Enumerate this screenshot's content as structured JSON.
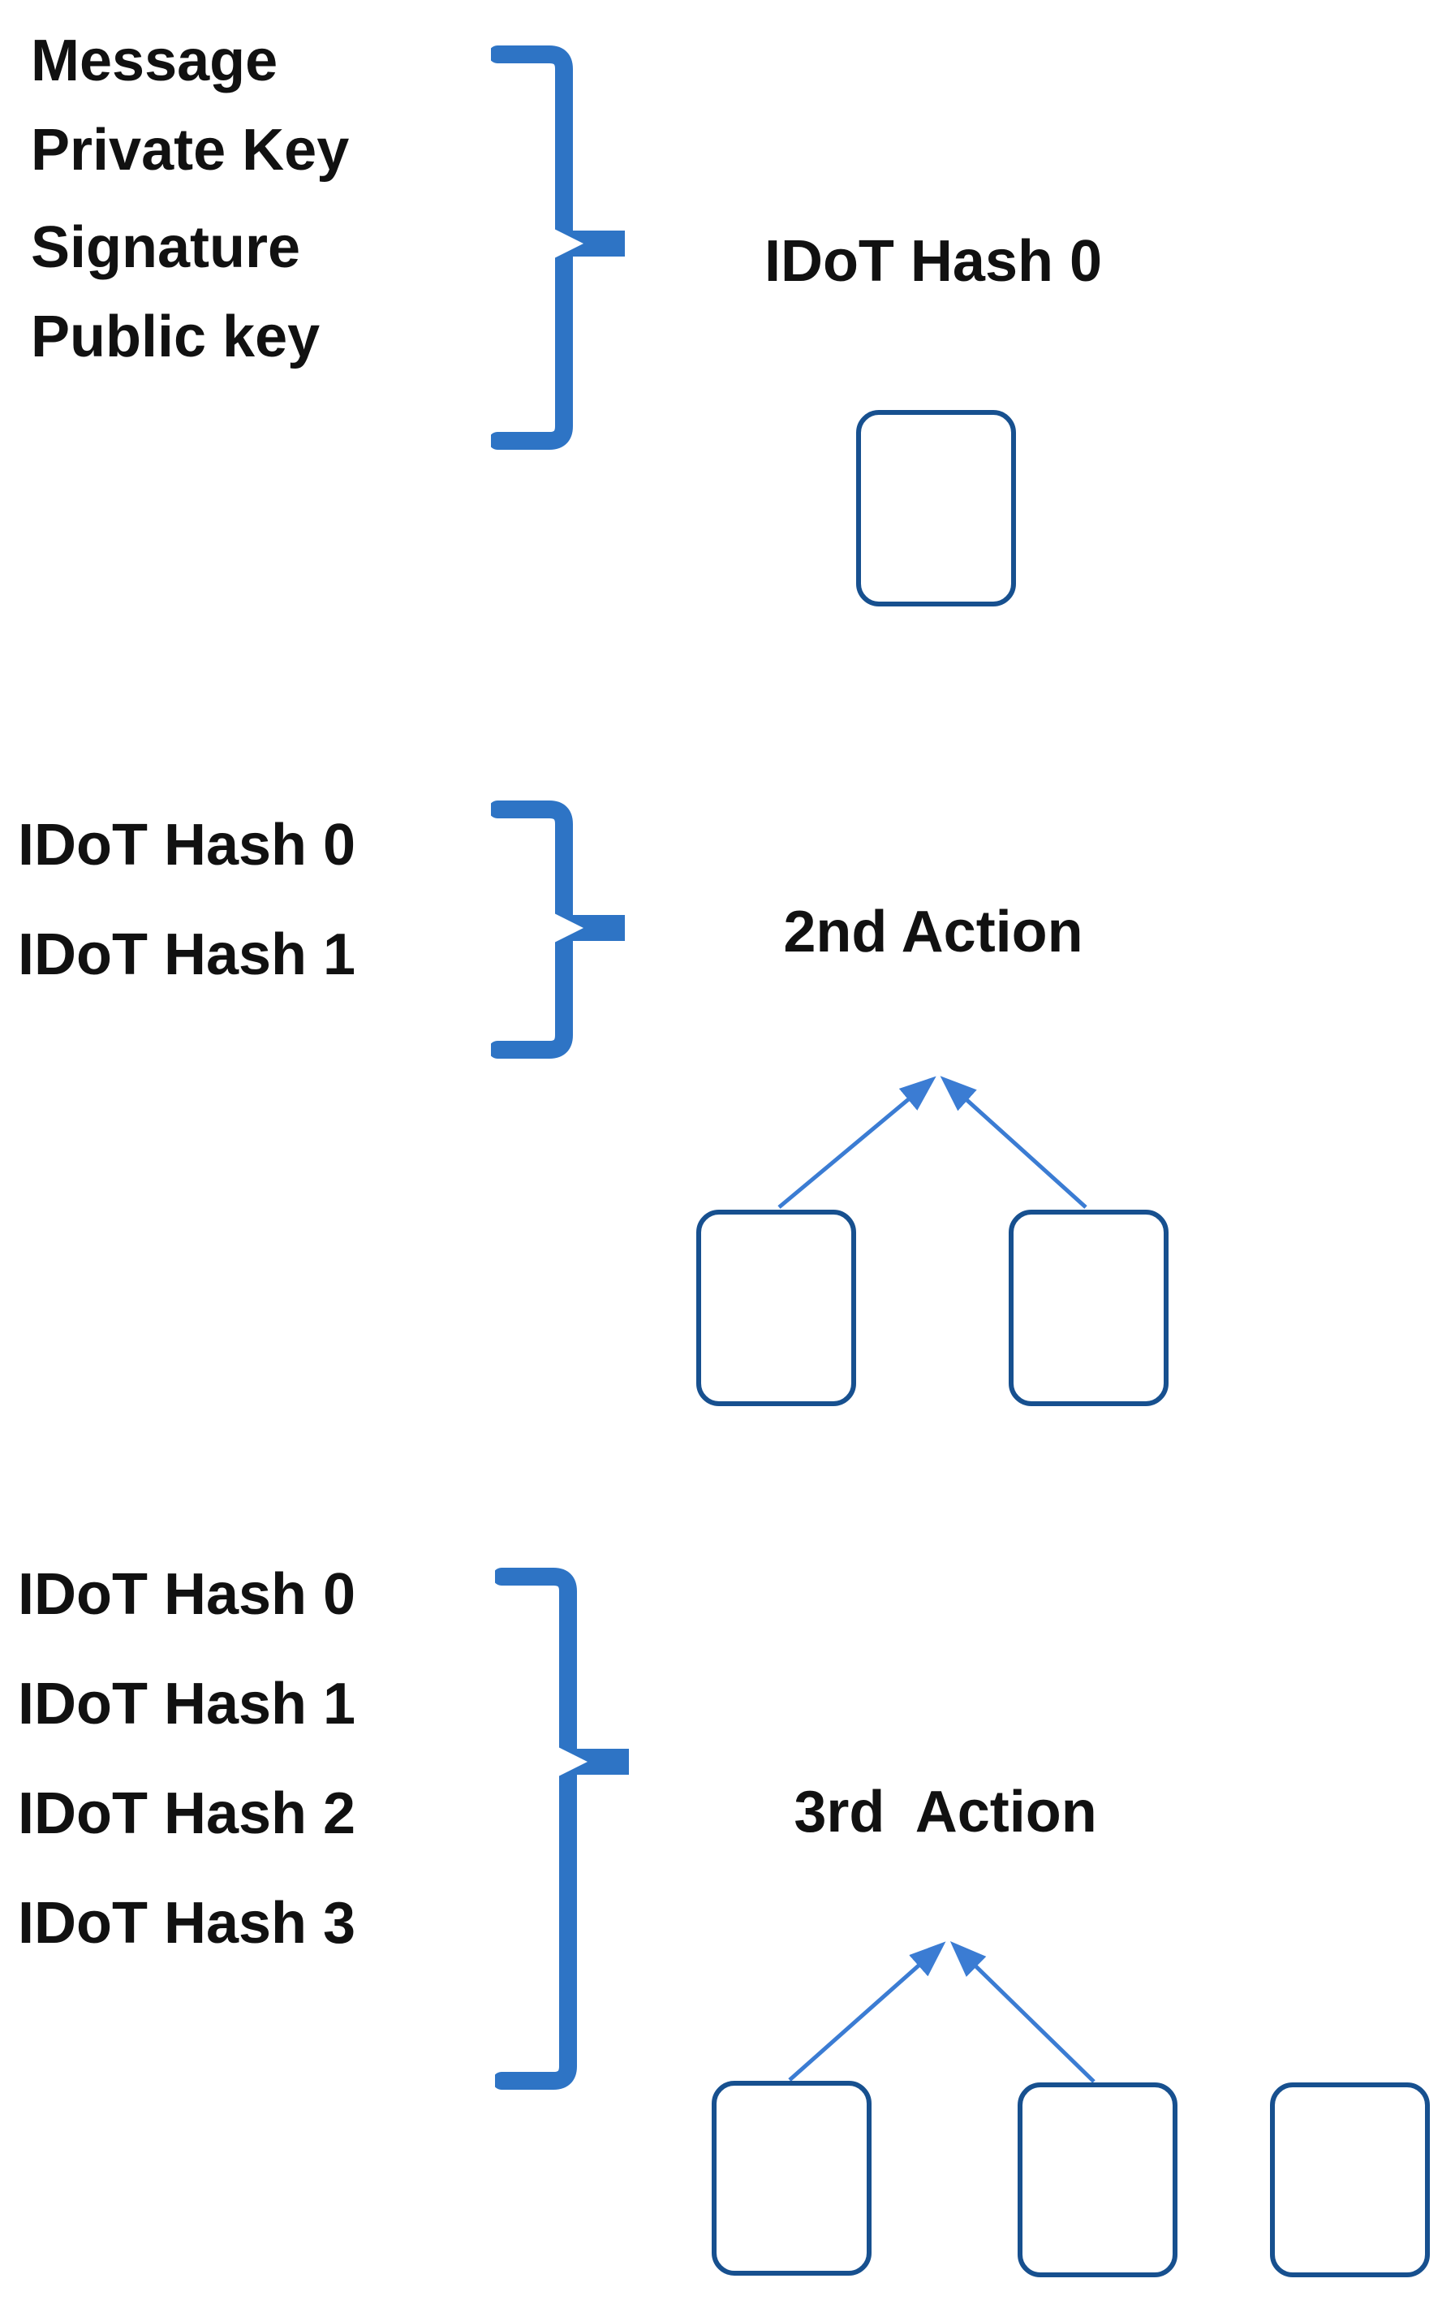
{
  "colors": {
    "background": "#FFFFFF",
    "text": "#111111",
    "brace": "#2E74C5",
    "box_border": "#17508F",
    "arrow": "#3B7CD3"
  },
  "diagram": {
    "sections": [
      {
        "inputs": [
          "Message",
          "Private Key",
          "Signature",
          "Public key"
        ],
        "output_label": "IDoT Hash 0",
        "box_count": 1,
        "arrow_count": 0
      },
      {
        "inputs": [
          "IDoT Hash 0",
          "IDoT Hash 1"
        ],
        "output_label": "2nd Action",
        "box_count": 2,
        "arrow_count": 2
      },
      {
        "inputs": [
          "IDoT Hash 0",
          "IDoT Hash 1",
          "IDoT Hash 2",
          "IDoT Hash 3"
        ],
        "output_label": "3rd  Action",
        "box_count": 3,
        "arrow_count": 2
      }
    ]
  }
}
